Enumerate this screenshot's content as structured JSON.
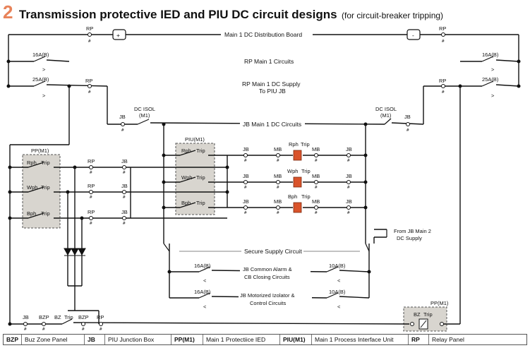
{
  "title": {
    "number": "2",
    "main": "Transmission protective IED and PIU DC circuit designs",
    "sub": "(for circuit-breaker tripping)"
  },
  "labels": {
    "main_board": "Main 1 DC Distribution Board",
    "rp_main_circuits": "RP Main 1 Circuits",
    "rp_supply_1": "RP Main 1 DC Supply",
    "rp_supply_2": "To PIU JB",
    "jb_main_circuits": "JB Main 1 DC Circuits",
    "dc_isol": "DC ISOL",
    "m1": "(M1)",
    "pp_m1": "PP(M1)",
    "piu_m1": "PIU(M1)",
    "from_jb_1": "From JB Main 2",
    "from_jb_2": "DC Supply",
    "secure_supply": "Secure Supply Circuit",
    "common_alarm_1": "JB Common Alarm &",
    "common_alarm_2": "CB Closing Circuits",
    "motorized_1": "JB Motorized Izolator &",
    "motorized_2": "Control Circuits",
    "f16a": "16A(B)",
    "f25a": "25A(B)",
    "f10a": "10A(B)",
    "rp": "RP",
    "jb": "JB",
    "mb": "MB",
    "bzp": "BZP",
    "bz": "BZ",
    "trip": "Trip",
    "rph": "Rph",
    "wph": "Wph",
    "bph": "Bph",
    "plus": "+",
    "minus": "-",
    "hash": "#",
    "gt": ">",
    "lt": "<"
  },
  "legend": [
    {
      "key": "BZP",
      "value": "Buz Zone Panel"
    },
    {
      "key": "JB",
      "value": "PIU Junction Box"
    },
    {
      "key": "PP(M1)",
      "value": "Main 1 Protectiice IED"
    },
    {
      "key": "PIU(M1)",
      "value": "Main 1 Process Interface Unit"
    },
    {
      "key": "RP",
      "value": "Relay Panel"
    }
  ],
  "colors": {
    "title_number": "#e8835a",
    "trip_coil": "#d9532b",
    "box_fill": "#d8d5cf",
    "line": "#111111"
  }
}
